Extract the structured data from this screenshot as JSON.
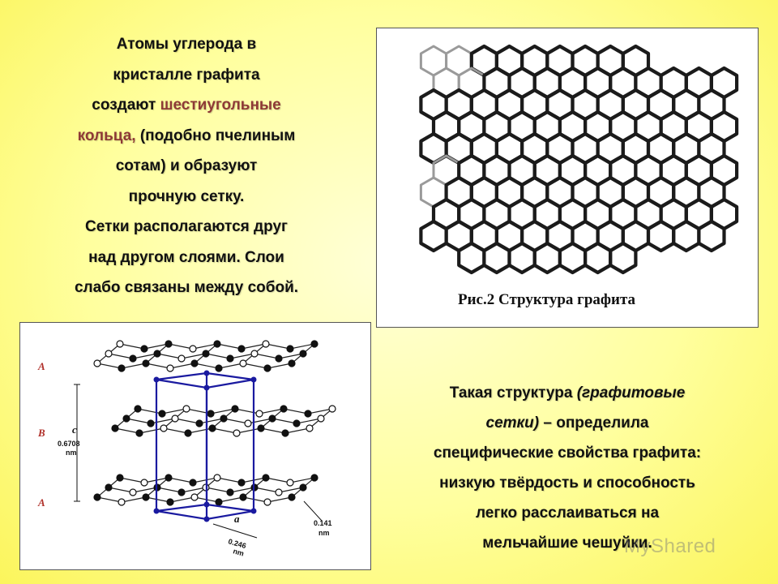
{
  "intro": {
    "line1": "Атомы  углерода   в",
    "line2": "кристалле графита",
    "line3a": "создают ",
    "line3b": "шестиугольные",
    "line4a": "кольца,",
    "line4b": " (подобно пчелиным",
    "line5": "сотам) и образуют",
    "line6": "прочную  сетку.",
    "line7": "Сетки   располагаются  друг",
    "line8": "над  другом  слоями.  Слои",
    "line9": "слабо связаны  между собой."
  },
  "figure_graphite": {
    "caption": "Рис.2 Структура графита"
  },
  "figure_lattice": {
    "layer_labels": [
      "A",
      "B",
      "A"
    ],
    "c_label": "c",
    "c_value": "0.6708",
    "c_unit": "nm",
    "a_label": "a",
    "a_value": "0.246",
    "a_unit": "nm",
    "bond_value": "0.141",
    "bond_unit": "nm"
  },
  "outro": {
    "line1a": "Такая   структура  ",
    "line1b": "(графитовые",
    "line2a": "сетки)",
    "line2b": " –   определила",
    "line3": "специфические свойства графита:",
    "line4": "низкую твёрдость  и способность",
    "line5": "легко расслаиваться на",
    "line6": "мельчайшие чешуйки."
  },
  "watermark": "MyShared",
  "colors": {
    "highlight": "#8e3a36",
    "cell_outline": "#1a1aa0",
    "layer_label": "#b0302a"
  }
}
